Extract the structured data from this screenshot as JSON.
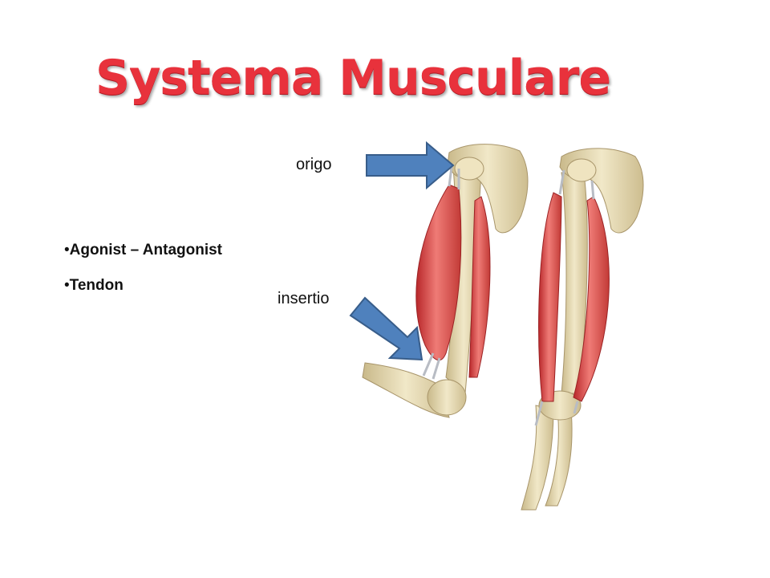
{
  "slide": {
    "title": "Systema Musculare",
    "bullets": [
      {
        "marker": "•",
        "text": "Agonist – Antagonist"
      },
      {
        "marker": "•",
        "text": "Tendon"
      }
    ]
  },
  "labels": {
    "origo": "origo",
    "insertio": "insertio"
  },
  "colors": {
    "title": "#e8323c",
    "arrow": "#4f81bd",
    "arrow_border": "#385d8a",
    "bone": "#e8dcb4",
    "muscle": "#d9534f"
  }
}
